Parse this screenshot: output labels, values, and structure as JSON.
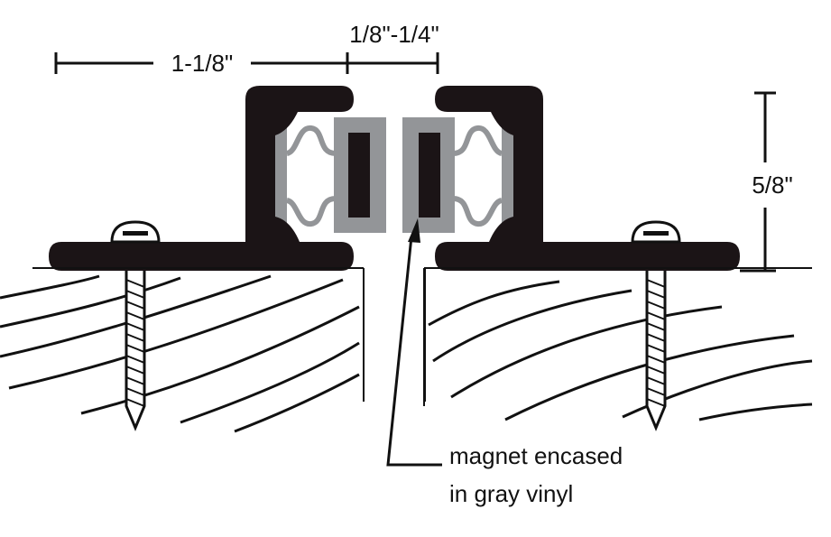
{
  "dimensions": {
    "flange_width": "1-1/8\"",
    "gap": "1/8\"-1/4\"",
    "height": "5/8\""
  },
  "callout": {
    "line1": "magnet encased",
    "line2": "in gray vinyl"
  },
  "colors": {
    "profile": "#1b1416",
    "vinyl": "#939598",
    "line": "#111111"
  }
}
